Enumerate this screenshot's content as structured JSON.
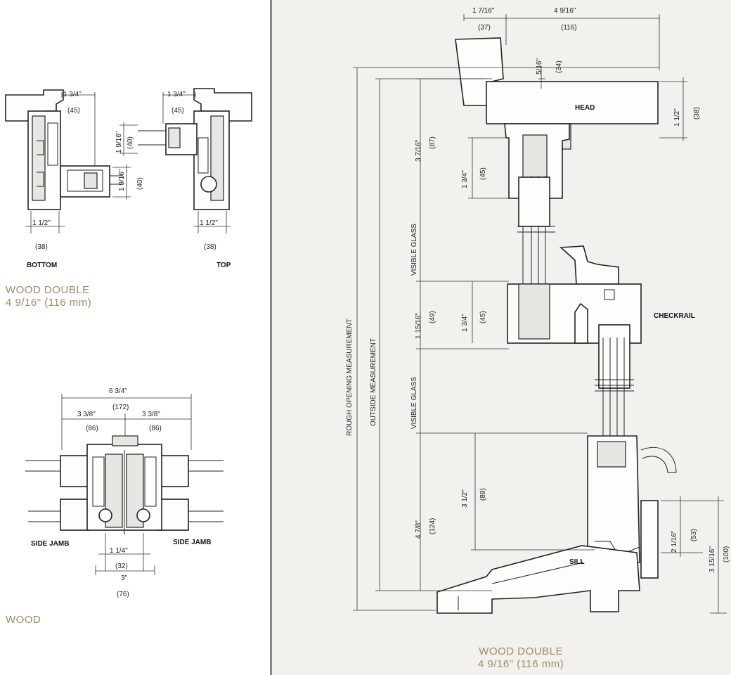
{
  "left_top": {
    "left_dim_imperial": "1 3/4\"",
    "left_dim_metric": "(45)",
    "right_dim_imperial": "1 3/4\"",
    "right_dim_metric": "(45)",
    "mid_vert_imperial": "1 9/16\"",
    "mid_vert_metric": "(40)",
    "low_vert_imperial": "1 9/16\"",
    "low_vert_metric": "(40)",
    "bottom_dim_imperial": "1 1/2\"",
    "bottom_dim_metric": "(38)",
    "top_dim_imperial": "1 1/2\"",
    "top_dim_metric": "(38)",
    "label_bottom": "BOTTOM",
    "label_top": "TOP"
  },
  "caption_top": {
    "line1": "WOOD DOUBLE",
    "line2": "4 9/16\" (116 mm)"
  },
  "left_jamb": {
    "overall_imperial": "6 3/4\"",
    "overall_metric": "(172)",
    "half_left_imperial": "3 3/8\"",
    "half_left_metric": "(86)",
    "half_right_imperial": "3 3/8\"",
    "half_right_metric": "(86)",
    "center_imperial": "1 1/4\"",
    "center_metric": "(32)",
    "base_imperial": "3\"",
    "base_metric": "(76)",
    "label_left": "SIDE JAMB",
    "label_right": "SIDE JAMB"
  },
  "caption_bottom": {
    "line1": "WOOD"
  },
  "section": {
    "top_left_imperial": "1 7/16\"",
    "top_left_metric": "(37)",
    "top_right_imperial": "4 9/16\"",
    "top_right_metric": "(116)",
    "head_offset_imperial": "5/16\"",
    "head_offset_metric": "(34)",
    "head_height_imperial": "1 1/2\"",
    "head_height_metric": "(38)",
    "head_label": "HEAD",
    "checkrail_label": "CHECKRAIL",
    "sill_label": "SILL",
    "upper_imperial": "3 7/16\"",
    "upper_metric": "(87)",
    "upper_sash_imperial": "1 3/4\"",
    "upper_sash_metric": "(45)",
    "visible_glass_upper": "VISIBLE GLASS",
    "check_imperial": "1 15/16\"",
    "check_metric": "(49)",
    "check_sash_imperial": "1 3/4\"",
    "check_sash_metric": "(45)",
    "visible_glass_lower": "VISIBLE GLASS",
    "lower_imperial": "4 7/8\"",
    "lower_metric": "(124)",
    "lower_sash_imperial": "3 1/2\"",
    "lower_sash_metric": "(89)",
    "sill_inner_imperial": "2 1/16\"",
    "sill_inner_metric": "(53)",
    "sill_outer_imperial": "3 15/16\"",
    "sill_outer_metric": "(100)",
    "rough_opening": "ROUGH OPENING MEASUREMENT",
    "outside_measurement": "OUTSIDE MEASUREMENT"
  },
  "caption_right": {
    "line1": "WOOD DOUBLE",
    "line2": "4 9/16\" (116 mm)"
  },
  "colors": {
    "caption": "#a08a66",
    "panel_right": "#f3f1ed",
    "divider": "#8a8a8a"
  }
}
